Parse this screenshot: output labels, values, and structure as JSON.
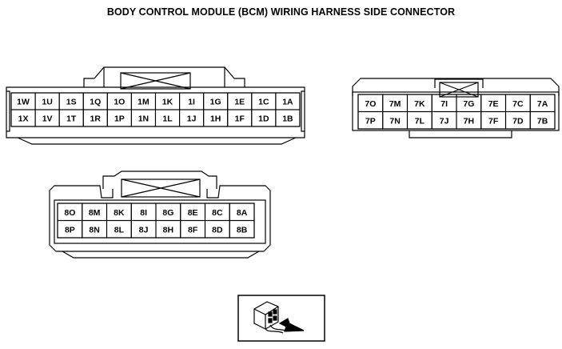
{
  "title": "BODY CONTROL MODULE (BCM) WIRING HARNESS SIDE CONNECTOR",
  "connectors": [
    {
      "id": "connector-1",
      "rows": [
        [
          "1W",
          "1U",
          "1S",
          "1Q",
          "1O",
          "1M",
          "1K",
          "1I",
          "1G",
          "1E",
          "1C",
          "1A"
        ],
        [
          "1X",
          "1V",
          "1T",
          "1R",
          "1P",
          "1N",
          "1L",
          "1J",
          "1H",
          "1F",
          "1D",
          "1B"
        ]
      ]
    },
    {
      "id": "connector-7",
      "rows": [
        [
          "7O",
          "7M",
          "7K",
          "7I",
          "7G",
          "7E",
          "7C",
          "7A"
        ],
        [
          "7P",
          "7N",
          "7L",
          "7J",
          "7H",
          "7F",
          "7D",
          "7B"
        ]
      ]
    },
    {
      "id": "connector-8",
      "rows": [
        [
          "8O",
          "8M",
          "8K",
          "8I",
          "8G",
          "8E",
          "8C",
          "8A"
        ],
        [
          "8P",
          "8N",
          "8L",
          "8J",
          "8H",
          "8F",
          "8D",
          "8B"
        ]
      ]
    }
  ],
  "view_icon": "harness-side-view-icon"
}
